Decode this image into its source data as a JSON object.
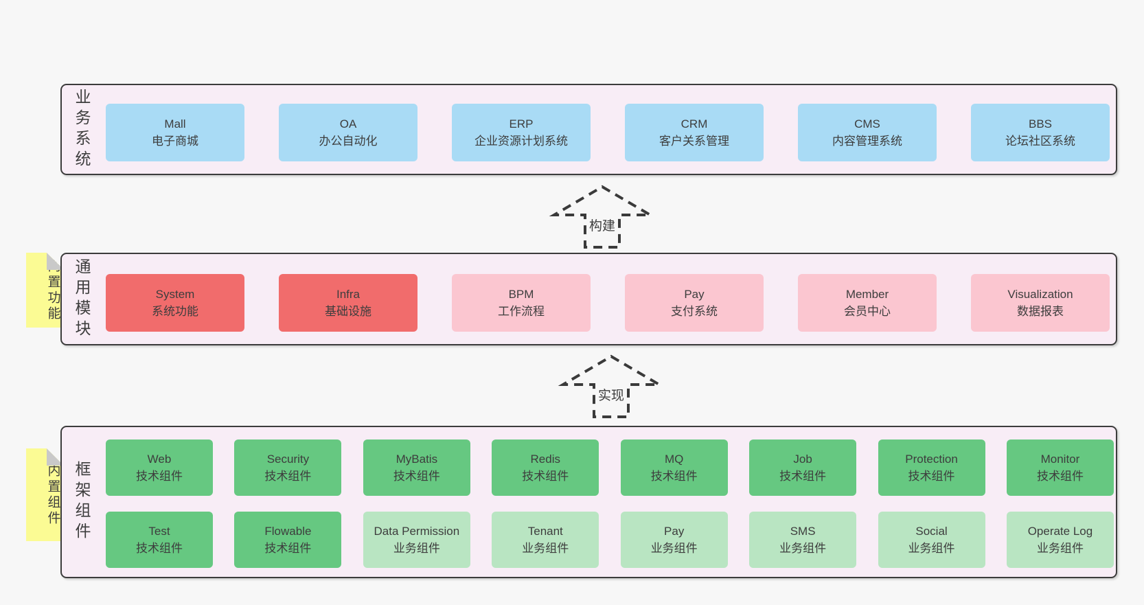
{
  "colors": {
    "page_bg": "#f7f7f7",
    "section_bg": "#f8edf6",
    "section_border": "#3c3c3c",
    "blue": "#a9dbf5",
    "red": "#f16c6c",
    "pink": "#fbc6d0",
    "green": "#66c881",
    "light_green": "#b9e5c2",
    "yellow": "#fbfb94",
    "fold_gray": "#c9c9c9",
    "text": "#3d3d3d",
    "arrow_dash": "#3a3a3a"
  },
  "sections": {
    "business": {
      "label": "业务系统",
      "boxes": [
        {
          "name": "Mall",
          "desc": "电子商城",
          "variant": "blue"
        },
        {
          "name": "OA",
          "desc": "办公自动化",
          "variant": "blue"
        },
        {
          "name": "ERP",
          "desc": "企业资源计划系统",
          "variant": "blue"
        },
        {
          "name": "CRM",
          "desc": "客户关系管理",
          "variant": "blue"
        },
        {
          "name": "CMS",
          "desc": "内容管理系统",
          "variant": "blue"
        },
        {
          "name": "BBS",
          "desc": "论坛社区系统",
          "variant": "blue"
        }
      ]
    },
    "modules": {
      "label": "通用模块",
      "sticky": "内置功能",
      "boxes": [
        {
          "name": "System",
          "desc": "系统功能",
          "variant": "red"
        },
        {
          "name": "Infra",
          "desc": "基础设施",
          "variant": "red"
        },
        {
          "name": "BPM",
          "desc": "工作流程",
          "variant": "pink"
        },
        {
          "name": "Pay",
          "desc": "支付系统",
          "variant": "pink"
        },
        {
          "name": "Member",
          "desc": "会员中心",
          "variant": "pink"
        },
        {
          "name": "Visualization",
          "desc": "数据报表",
          "variant": "pink"
        }
      ]
    },
    "components": {
      "label": "框架组件",
      "sticky": "内置组件",
      "row1": [
        {
          "name": "Web",
          "desc": "技术组件",
          "variant": "green"
        },
        {
          "name": "Security",
          "desc": "技术组件",
          "variant": "green"
        },
        {
          "name": "MyBatis",
          "desc": "技术组件",
          "variant": "green"
        },
        {
          "name": "Redis",
          "desc": "技术组件",
          "variant": "green"
        },
        {
          "name": "MQ",
          "desc": "技术组件",
          "variant": "green"
        },
        {
          "name": "Job",
          "desc": "技术组件",
          "variant": "green"
        },
        {
          "name": "Protection",
          "desc": "技术组件",
          "variant": "green"
        },
        {
          "name": "Monitor",
          "desc": "技术组件",
          "variant": "green"
        }
      ],
      "row2": [
        {
          "name": "Test",
          "desc": "技术组件",
          "variant": "green"
        },
        {
          "name": "Flowable",
          "desc": "技术组件",
          "variant": "green"
        },
        {
          "name": "Data Permission",
          "desc": "业务组件",
          "variant": "lightgreen"
        },
        {
          "name": "Tenant",
          "desc": "业务组件",
          "variant": "lightgreen"
        },
        {
          "name": "Pay",
          "desc": "业务组件",
          "variant": "lightgreen"
        },
        {
          "name": "SMS",
          "desc": "业务组件",
          "variant": "lightgreen"
        },
        {
          "name": "Social",
          "desc": "业务组件",
          "variant": "lightgreen"
        },
        {
          "name": "Operate Log",
          "desc": "业务组件",
          "variant": "lightgreen"
        }
      ]
    }
  },
  "arrows": [
    {
      "label": "构建"
    },
    {
      "label": "实现"
    }
  ]
}
